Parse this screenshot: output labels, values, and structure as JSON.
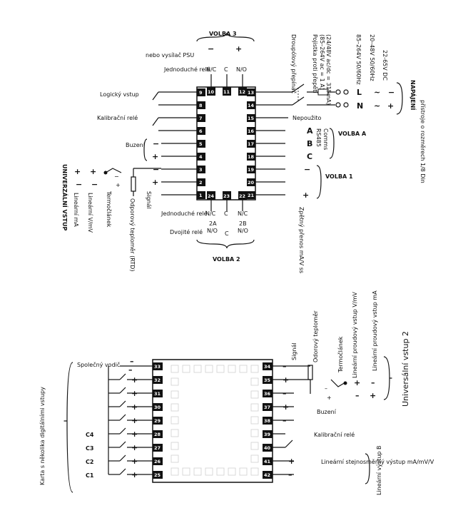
{
  "top": {
    "volba3": "VOLBA 3",
    "nebo_psu": "nebo vysílač PSU",
    "minus": "−",
    "plus": "+",
    "jednoduche_rele_top": "Jednoduché relé",
    "nc_10": "N/C",
    "c_11": "C",
    "no_12": "N/O",
    "logicky_vstup": "Logický vstup",
    "kalibracni_rele": "Kalibrační relé",
    "buzeni": "Buzení",
    "univerzalni_vstup": "UNIVERZÁLNÍ VSTUP",
    "linearni_vmv": "Lineární V/mV",
    "linearni_ma": "Lineární mA",
    "termoclanek": "Termočlánek",
    "odporovy": "Odporový teploměr (RTD)",
    "signal": "Signál",
    "jednoduche_rele_bottom": "Jednoduché relé",
    "nc_24": "N/C",
    "c_23": "C",
    "nc_22": "N/C",
    "label_2a": "2A",
    "label_2b": "2B",
    "dvojite_rele": "Dvojité relé",
    "no_a": "N/O",
    "c_mid": "C",
    "no_b": "N/O",
    "volba2": "VOLBA 2",
    "droupolovy": "Droupólový přepínač",
    "pojistka": "Pojistka proti přepětí",
    "pojistka2": "(85–264V ac = 1 A)",
    "pojistka3": "(24/48V ac/dc = 315mA)",
    "ac_range": "85–264V 50/60Hz",
    "dc_range": "20–48V 50/60Hz",
    "dc22": "22-65V DC",
    "napajeni": "NAPÁJENÍ",
    "pristroje": "přístroje o rozměrech 1/8 Din",
    "L": "L",
    "N": "N",
    "nepouzito": "Nepoužito",
    "rs485": "RS485",
    "comms": "Comms",
    "A": "A",
    "B": "B",
    "C": "C",
    "volbaA": "VOLBA A",
    "volba1": "VOLBA 1",
    "zpetny": "Zpětný přenos mA/V ss",
    "terminals_left": [
      "9",
      "8",
      "7",
      "6",
      "5",
      "4",
      "3",
      "2",
      "1"
    ],
    "terminals_right": [
      "13",
      "14",
      "15",
      "16",
      "17",
      "18",
      "19",
      "20",
      "21"
    ],
    "terminals_top": [
      "10",
      "11",
      "12"
    ],
    "terminals_bottom": [
      "24",
      "23",
      "22"
    ]
  },
  "bottom": {
    "karta": "Karta s několika digitálními vstupy",
    "spolecny": "Společný vodič",
    "c4": "C4",
    "c3": "C3",
    "c2": "C2",
    "c1": "C1",
    "signal": "Signál",
    "odorovy": "Odorový teploměr",
    "termoclanek": "Termočlánek",
    "lin_proud_vmv": "Lineární proudový vstup V/mV",
    "lin_proud_ma": "Lineární proudový vstup mA",
    "universalni_2": "Universální vstup 2",
    "buzeni": "Buzení",
    "kalibracni": "Kalibrační relé",
    "linearni_ss": "Lineární stejnosměrný výstup mA/mV/V",
    "linearni_vystup_b": "Lineární výstup B",
    "terminals_left": [
      "33",
      "32",
      "31",
      "30",
      "29",
      "28",
      "27",
      "26",
      "25"
    ],
    "terminals_right": [
      "34",
      "35",
      "36",
      "37",
      "38",
      "39",
      "40",
      "41",
      "42"
    ]
  }
}
